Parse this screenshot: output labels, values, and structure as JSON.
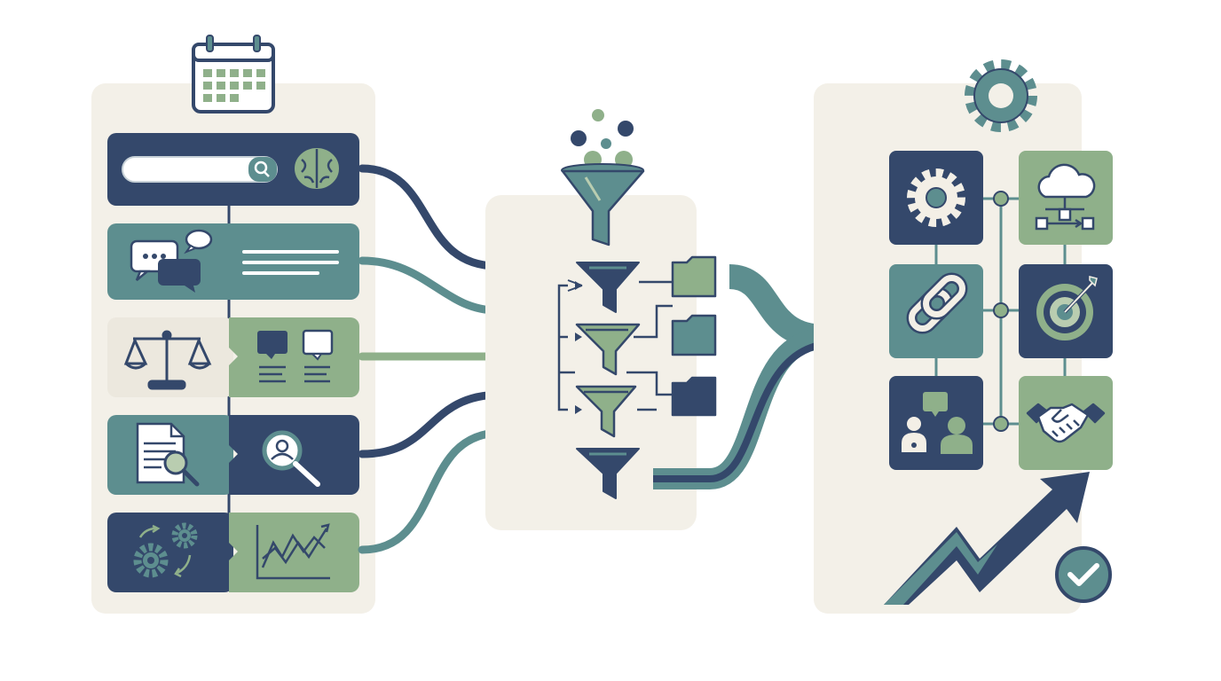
{
  "colors": {
    "navy": "#34486b",
    "teal": "#5d8e8f",
    "sage": "#8fb08a",
    "cream": "#f3efe6",
    "panel": "#f3f0e8",
    "light_sage": "#b9cdb0",
    "white": "#ffffff"
  },
  "left_panel": {
    "header_icon": "calendar-icon",
    "rows": [
      {
        "left_icon": "search-bar-icon",
        "right_icon": "brain-icon",
        "fill": "navy"
      },
      {
        "left_icon": "chat-bubbles-icon",
        "right_icon": "text-lines-icon",
        "fill": "teal"
      },
      {
        "left_icon": "balance-scale-icon",
        "right_icon": "comment-cards-icon",
        "fill": "cream-sage"
      },
      {
        "left_icon": "document-search-icon",
        "right_icon": "user-magnifier-icon",
        "fill": "teal-navy"
      },
      {
        "left_icon": "gears-cycle-icon",
        "right_icon": "line-chart-icon",
        "fill": "navy-sage"
      }
    ]
  },
  "middle_panel": {
    "header_icon": "funnel-with-particles-icon",
    "filters": [
      "funnel-navy-icon",
      "funnel-sage-icon",
      "funnel-sage-icon",
      "funnel-navy-icon"
    ],
    "folders": [
      "folder-sage-icon",
      "folder-teal-icon",
      "folder-navy-icon"
    ]
  },
  "right_panel": {
    "header_icon": "gear-icon",
    "tiles": [
      {
        "icon": "gear-icon",
        "fill": "navy"
      },
      {
        "icon": "cloud-network-icon",
        "fill": "sage"
      },
      {
        "icon": "chain-link-icon",
        "fill": "teal"
      },
      {
        "icon": "target-icon",
        "fill": "navy"
      },
      {
        "icon": "team-discussion-icon",
        "fill": "navy"
      },
      {
        "icon": "handshake-icon",
        "fill": "sage"
      }
    ],
    "footer_icons": [
      "growth-arrow-icon",
      "checkmark-icon"
    ]
  }
}
